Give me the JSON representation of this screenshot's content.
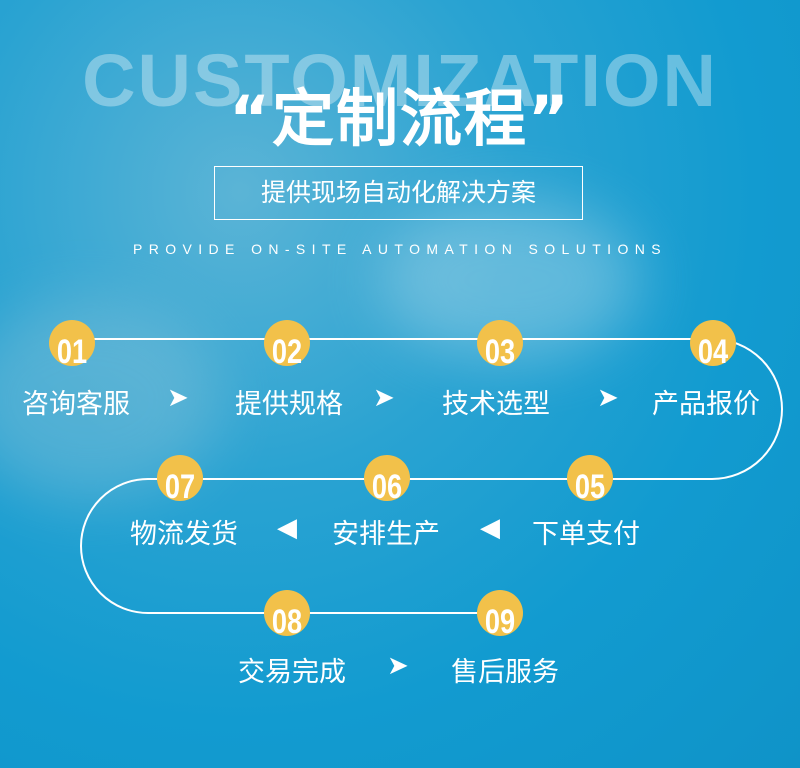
{
  "header": {
    "bg_title": "CUSTOMIZATION",
    "title": "“定制流程”",
    "subtitle": "提供现场自动化解决方案",
    "subtitle_en": "PROVIDE ON-SITE AUTOMATION SOLUTIONS"
  },
  "steps": [
    {
      "num": "01",
      "label": "咨询客服"
    },
    {
      "num": "02",
      "label": "提供规格"
    },
    {
      "num": "03",
      "label": "技术选型"
    },
    {
      "num": "04",
      "label": "产品报价"
    },
    {
      "num": "05",
      "label": "下单支付"
    },
    {
      "num": "06",
      "label": "安排生产"
    },
    {
      "num": "07",
      "label": "物流发货"
    },
    {
      "num": "08",
      "label": "交易完成"
    },
    {
      "num": "09",
      "label": "售后服务"
    }
  ],
  "arrows": {
    "right": "➤",
    "left": "◀"
  },
  "colors": {
    "accent": "#f2c14a",
    "background": "#129bd0"
  }
}
